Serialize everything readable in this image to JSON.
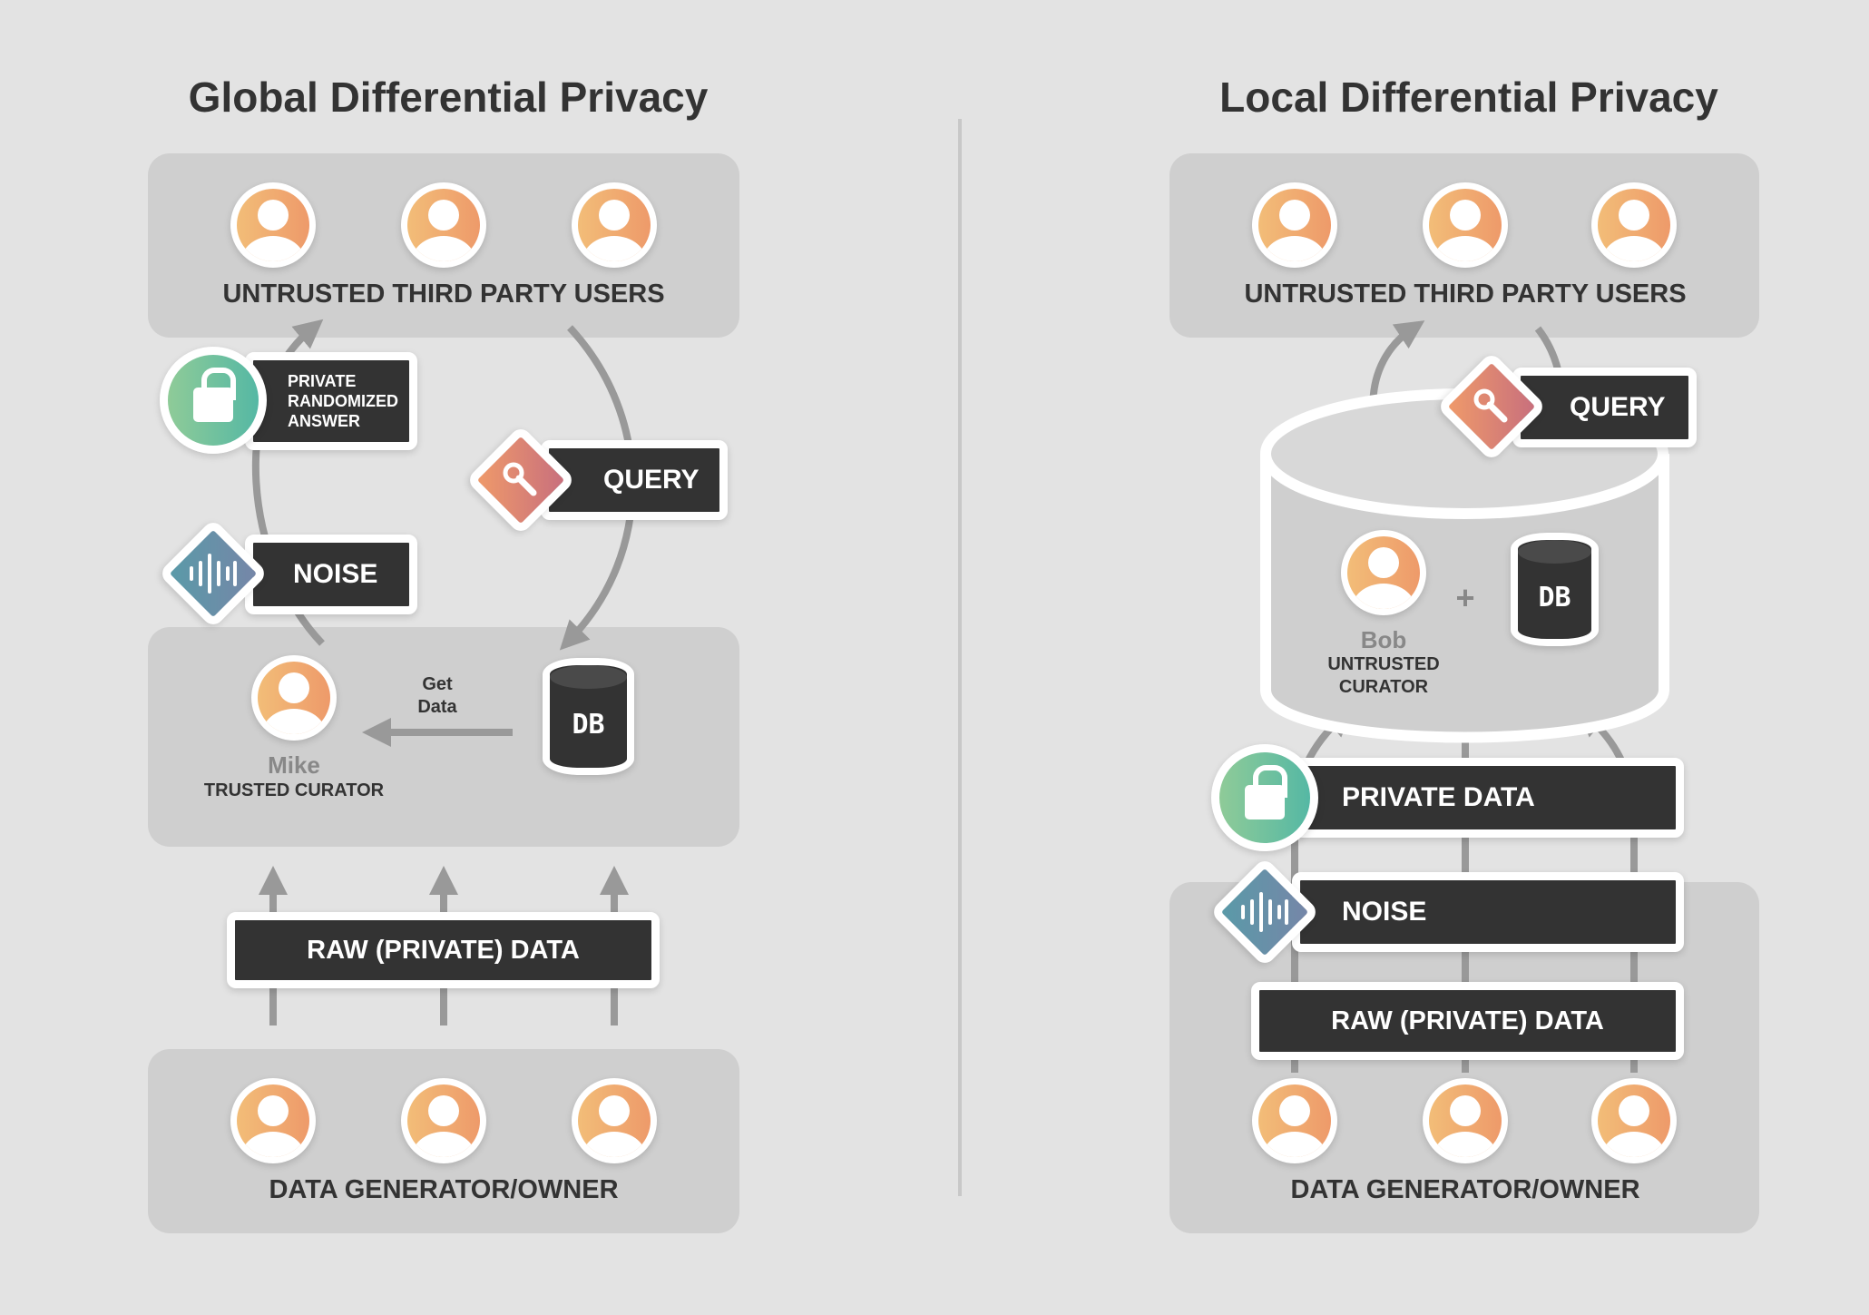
{
  "global": {
    "title": "Global Differential Privacy",
    "top_label": "UNTRUSTED THIRD PARTY USERS",
    "answer_lines": [
      "PRIVATE",
      "RANDOMIZED",
      "ANSWER"
    ],
    "query": "QUERY",
    "noise": "NOISE",
    "curator_name": "Mike",
    "curator_role": "TRUSTED CURATOR",
    "get_data_lines": [
      "Get",
      "Data"
    ],
    "db": "DB",
    "raw_data": "RAW (PRIVATE) DATA",
    "bottom_label": "DATA GENERATOR/OWNER"
  },
  "local": {
    "title": "Local Differential Privacy",
    "top_label": "UNTRUSTED THIRD PARTY USERS",
    "query": "QUERY",
    "curator_name": "Bob",
    "curator_role_lines": [
      "UNTRUSTED",
      "CURATOR"
    ],
    "plus": "+",
    "db": "DB",
    "private_data": "PRIVATE DATA",
    "noise": "NOISE",
    "raw_data": "RAW (PRIVATE) DATA",
    "bottom_label": "DATA GENERATOR/OWNER"
  },
  "colors": {
    "background": "#e3e3e3",
    "panel": "#cfcfcf",
    "tag": "#333333",
    "avatar": "#ee9a6a",
    "lock": "#55b8a4",
    "query": "#d97a72",
    "noise": "#6690a8"
  }
}
